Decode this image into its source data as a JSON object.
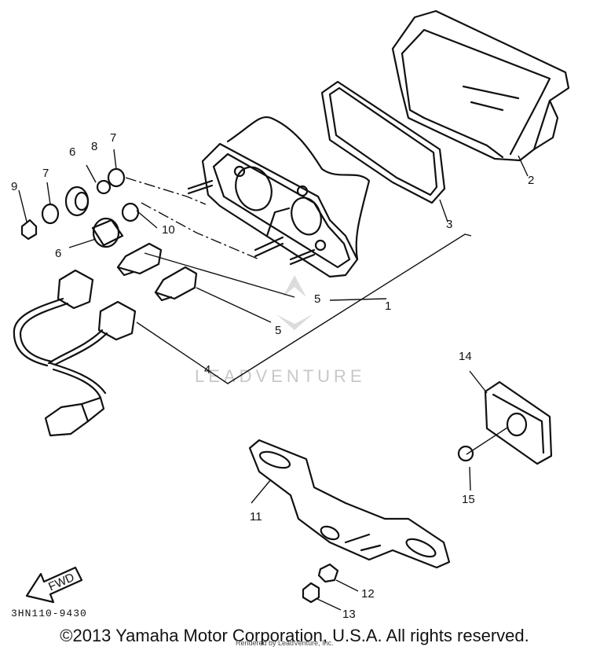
{
  "callouts": {
    "c1": "1",
    "c2": "2",
    "c3": "3",
    "c4": "4",
    "c5a": "5",
    "c5b": "5",
    "c6a": "6",
    "c6b": "6",
    "c7a": "7",
    "c7b": "7",
    "c8": "8",
    "c9": "9",
    "c10": "10",
    "c11": "11",
    "c12": "12",
    "c13": "13",
    "c14": "14",
    "c15": "15"
  },
  "fwd_label": "FWD",
  "diagram_code": "3HN110-9430",
  "watermark": "LEADVENTURE",
  "footer": {
    "copyright": "©2013 Yamaha Motor Corporation, U.S.A. All rights reserved.",
    "rendered_by": "Rendered by LeadVenture, Inc."
  }
}
